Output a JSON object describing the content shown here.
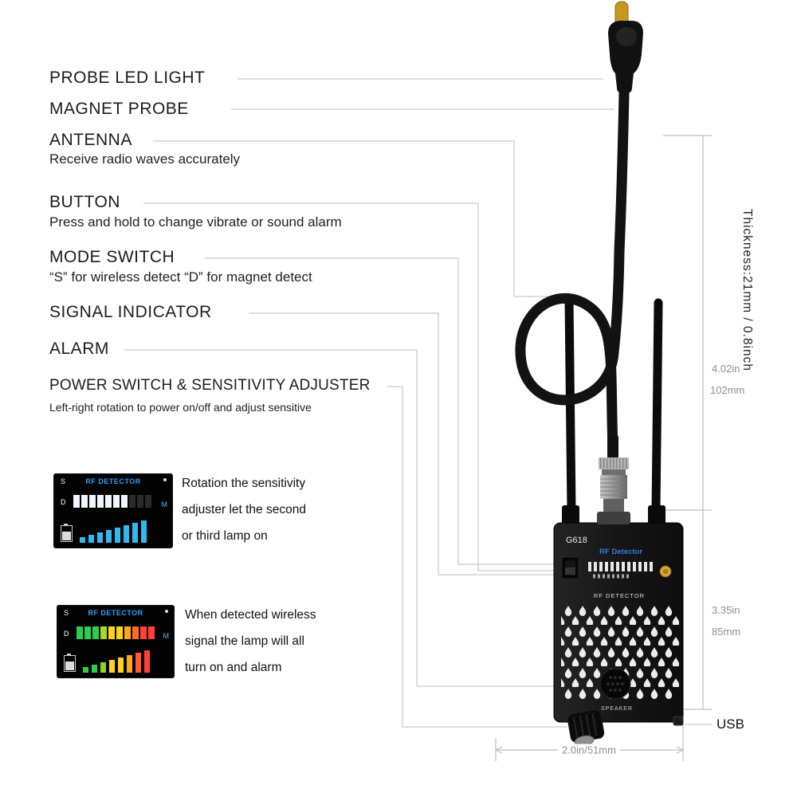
{
  "labels": {
    "probe_led": {
      "title": "PROBE LED LIGHT"
    },
    "magnet_probe": {
      "title": "MAGNET PROBE"
    },
    "antenna": {
      "title": "ANTENNA",
      "desc": "Receive radio waves accurately"
    },
    "button": {
      "title": "BUTTON",
      "desc": "Press and hold to change vibrate or sound alarm"
    },
    "mode_switch": {
      "title": "MODE SWITCH",
      "desc": "“S” for wireless detect “D” for magnet detect"
    },
    "signal_indicator": {
      "title": "SIGNAL INDICATOR"
    },
    "alarm": {
      "title": "ALARM"
    },
    "power_switch": {
      "title": "POWER SWITCH & SENSITIVITY ADJUSTER",
      "desc": "Left-right rotation to power on/off and adjust sensitive"
    }
  },
  "device": {
    "model": "G618",
    "screen_brand": "RF Detector",
    "panel_label": "RF DETECTOR",
    "speaker_label": "SPEAKER"
  },
  "insets": [
    {
      "s": "S",
      "d": "D",
      "m": "M",
      "screen_title": "RF DETECTOR",
      "segments": [
        "#eef5fb",
        "#eef5fb",
        "#eef5fb",
        "#eef5fb",
        "#eef5fb",
        "#eef5fb",
        "#eef5fb",
        "#2a2a2a",
        "#2a2a2a",
        "#2a2a2a"
      ],
      "bars": [
        {
          "h": 7,
          "c": "#2fb9ee"
        },
        {
          "h": 10,
          "c": "#2fb9ee"
        },
        {
          "h": 13,
          "c": "#2fb9ee"
        },
        {
          "h": 16,
          "c": "#2fb9ee"
        },
        {
          "h": 19,
          "c": "#2fb9ee"
        },
        {
          "h": 22,
          "c": "#2fb9ee"
        },
        {
          "h": 25,
          "c": "#2fb9ee"
        },
        {
          "h": 28,
          "c": "#2fb9ee"
        }
      ],
      "caption": [
        "Rotation the sensitivity",
        "adjuster let the second",
        "or third lamp on"
      ]
    },
    {
      "s": "S",
      "d": "D",
      "m": "M",
      "screen_title": "RF DETECTOR",
      "segments": [
        "#2ecc4f",
        "#2ecc4f",
        "#2ecc4f",
        "#a4d82a",
        "#ffd21e",
        "#ffd21e",
        "#ffa51e",
        "#ff6b2e",
        "#ff4136",
        "#ff4136"
      ],
      "bars": [
        {
          "h": 7,
          "c": "#2ecc4f"
        },
        {
          "h": 10,
          "c": "#2ecc4f"
        },
        {
          "h": 13,
          "c": "#8bd42e"
        },
        {
          "h": 16,
          "c": "#ffd21e"
        },
        {
          "h": 19,
          "c": "#ffd21e"
        },
        {
          "h": 22,
          "c": "#ffa51e"
        },
        {
          "h": 25,
          "c": "#ff5b36"
        },
        {
          "h": 28,
          "c": "#ff4136"
        }
      ],
      "caption": [
        "When detected wireless",
        "signal the lamp will all",
        "turn on and alarm"
      ]
    }
  ],
  "dims": {
    "thickness": "Thickness:21mm / 0.8inch",
    "upper_in": "4.02in",
    "upper_mm": "102mm",
    "lower_in": "3.35in",
    "lower_mm": "85mm",
    "width": "2.0in/51mm",
    "usb": "USB"
  }
}
